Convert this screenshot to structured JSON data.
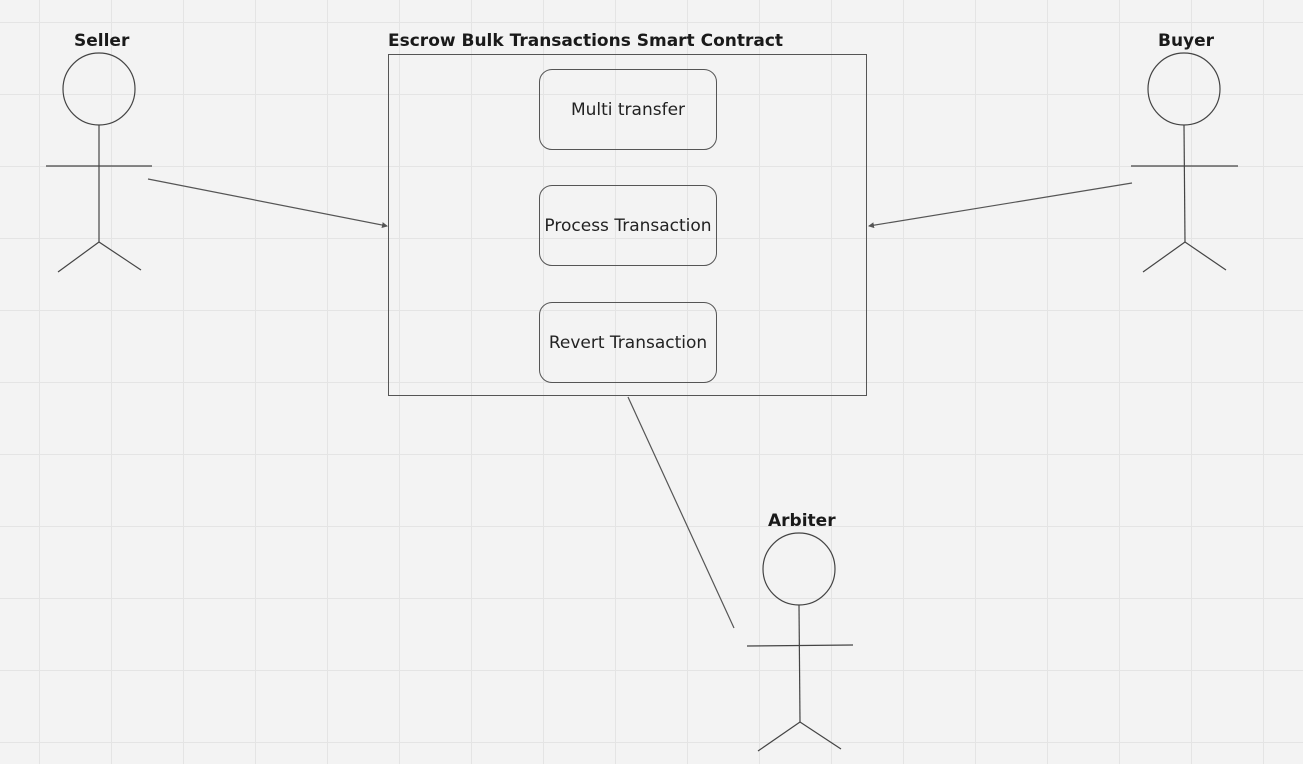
{
  "system": {
    "title": "Escrow Bulk Transactions Smart Contract"
  },
  "use_cases": [
    {
      "label": "Multi transfer"
    },
    {
      "label": "Process Transaction"
    },
    {
      "label": "Revert Transaction"
    }
  ],
  "actors": {
    "seller": {
      "label": "Seller"
    },
    "buyer": {
      "label": "Buyer"
    },
    "arbiter": {
      "label": "Arbiter"
    }
  },
  "colors": {
    "background": "#f3f3f3",
    "grid": "#e4e4e4",
    "stroke": "#555555",
    "text": "#1a1a1a"
  }
}
